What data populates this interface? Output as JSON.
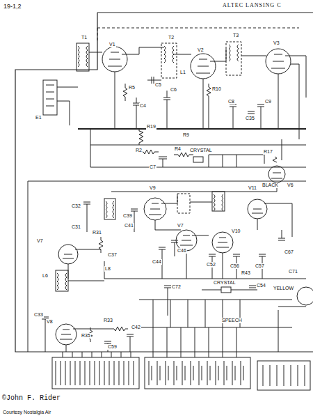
{
  "diagram": {
    "title": "ALTEC LANSING C",
    "caption": "©John F. Rider",
    "labels": [
      "19-1,2",
      "T1",
      "V1",
      "T2",
      "V2",
      "T3",
      "V3",
      "E1",
      "L1",
      "C4",
      "C5",
      "C6",
      "R5",
      "R10",
      "C8",
      "C9",
      "C35",
      "R19",
      "R9",
      "R2",
      "R4",
      "C7",
      "CRYSTAL",
      "R17",
      "V6",
      "BLACK",
      "V9",
      "C32",
      "C39",
      "C41",
      "C31",
      "V7",
      "L8",
      "C37",
      "R31",
      "V7",
      "C44",
      "C46",
      "V10",
      "V11",
      "C52",
      "C56",
      "C57",
      "C67",
      "R43",
      "CRYSTAL",
      "C54",
      "V8",
      "C33",
      "L6",
      "R33",
      "R35",
      "C42",
      "C59",
      "C72",
      "SPEECH",
      "YELLOW",
      "C71",
      "Courtesy Nostalgia Air"
    ]
  }
}
